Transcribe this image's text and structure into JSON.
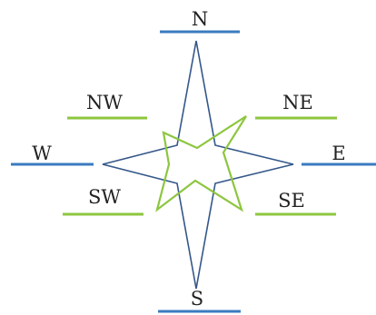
{
  "diagram": {
    "directions": {
      "n": "N",
      "s": "S",
      "e": "E",
      "w": "W",
      "ne": "NE",
      "nw": "NW",
      "se": "SE",
      "sw": "SW"
    },
    "colors": {
      "cardinal_line": "#3a7bbf",
      "intercardinal_line": "#8dc63f",
      "outer_star_stroke": "#34578a",
      "inner_star_stroke": "#8dc63f",
      "label_text": "#222222"
    }
  }
}
